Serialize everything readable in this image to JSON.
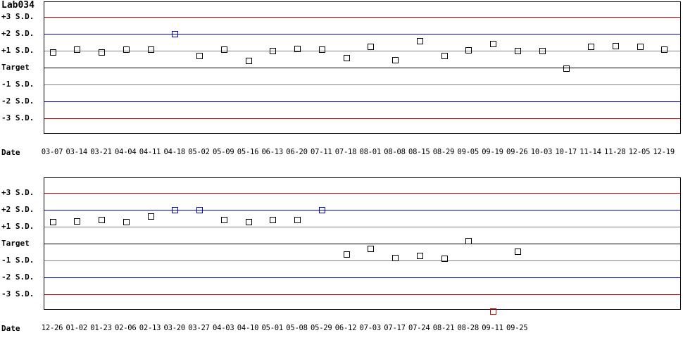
{
  "page": {
    "lab_title": "Lab034",
    "date_axis_label": "Date"
  },
  "colors": {
    "sd3": "#cc0000",
    "sd2": "#0000cc",
    "sd1": "#808080",
    "target": "#000000",
    "marker_normal": "#000000",
    "marker_warn": "#0000cc",
    "marker_fail": "#cc0000"
  },
  "y_labels": [
    "+3 S.D.",
    "+2 S.D.",
    "+1 S.D.",
    "Target",
    "-1 S.D.",
    "-2 S.D.",
    "-3 S.D."
  ],
  "chart_data": [
    {
      "type": "scatter",
      "title": "Lab034",
      "xlabel": "Date",
      "ylabel": "S.D.",
      "ylim": [
        -3.9,
        3.9
      ],
      "grid": true,
      "gridlines": [
        {
          "label": "+3 S.D.",
          "value": 3,
          "color": "#cc0000"
        },
        {
          "label": "+2 S.D.",
          "value": 2,
          "color": "#0000cc"
        },
        {
          "label": "+1 S.D.",
          "value": 1,
          "color": "#808080"
        },
        {
          "label": "Target",
          "value": 0,
          "color": "#000000"
        },
        {
          "label": "-1 S.D.",
          "value": -1,
          "color": "#808080"
        },
        {
          "label": "-2 S.D.",
          "value": -2,
          "color": "#0000cc"
        },
        {
          "label": "-3 S.D.",
          "value": -3,
          "color": "#cc0000"
        }
      ],
      "categories": [
        "03-07",
        "03-14",
        "03-21",
        "04-04",
        "04-11",
        "04-18",
        "05-02",
        "05-09",
        "05-16",
        "06-13",
        "06-20",
        "07-11",
        "07-18",
        "08-01",
        "08-08",
        "08-15",
        "08-29",
        "09-05",
        "09-19",
        "09-26",
        "10-03",
        "10-17",
        "11-14",
        "11-28",
        "12-05",
        "12-19"
      ],
      "values": [
        0.95,
        1.12,
        0.93,
        1.12,
        1.1,
        2.0,
        0.72,
        1.1,
        0.45,
        1.0,
        1.13,
        1.1,
        0.62,
        1.25,
        0.48,
        1.6,
        0.73,
        1.05,
        1.42,
        1.0,
        1.03,
        0.0,
        1.25,
        1.32,
        1.28,
        1.1
      ],
      "point_colors": [
        "#000000",
        "#000000",
        "#000000",
        "#000000",
        "#000000",
        "#0000cc",
        "#000000",
        "#000000",
        "#000000",
        "#000000",
        "#000000",
        "#000000",
        "#000000",
        "#000000",
        "#000000",
        "#000000",
        "#000000",
        "#000000",
        "#000000",
        "#000000",
        "#000000",
        "#000000",
        "#000000",
        "#000000",
        "#000000",
        "#000000"
      ]
    },
    {
      "type": "scatter",
      "title": "",
      "xlabel": "Date",
      "ylabel": "S.D.",
      "ylim": [
        -3.9,
        3.9
      ],
      "grid": true,
      "gridlines": [
        {
          "label": "+3 S.D.",
          "value": 3,
          "color": "#cc0000"
        },
        {
          "label": "+2 S.D.",
          "value": 2,
          "color": "#0000cc"
        },
        {
          "label": "+1 S.D.",
          "value": 1,
          "color": "#808080"
        },
        {
          "label": "Target",
          "value": 0,
          "color": "#000000"
        },
        {
          "label": "-1 S.D.",
          "value": -1,
          "color": "#808080"
        },
        {
          "label": "-2 S.D.",
          "value": -2,
          "color": "#0000cc"
        },
        {
          "label": "-3 S.D.",
          "value": -3,
          "color": "#cc0000"
        }
      ],
      "categories": [
        "12-26",
        "01-02",
        "01-23",
        "02-06",
        "02-13",
        "03-20",
        "03-27",
        "04-03",
        "04-10",
        "05-01",
        "05-08",
        "05-29",
        "06-12",
        "07-03",
        "07-17",
        "07-24",
        "08-21",
        "08-28",
        "09-11",
        "09-25"
      ],
      "values": [
        1.32,
        1.35,
        1.42,
        1.3,
        1.62,
        2.0,
        2.0,
        1.45,
        1.3,
        1.42,
        1.42,
        2.0,
        -0.62,
        -0.25,
        -0.82,
        -0.7,
        -0.85,
        0.18,
        -3.95,
        -0.45
      ],
      "point_colors": [
        "#000000",
        "#000000",
        "#000000",
        "#000000",
        "#000000",
        "#0000cc",
        "#0000cc",
        "#000000",
        "#000000",
        "#000000",
        "#000000",
        "#0000cc",
        "#000000",
        "#000000",
        "#000000",
        "#000000",
        "#000000",
        "#000000",
        "#cc0000",
        "#000000"
      ]
    }
  ]
}
